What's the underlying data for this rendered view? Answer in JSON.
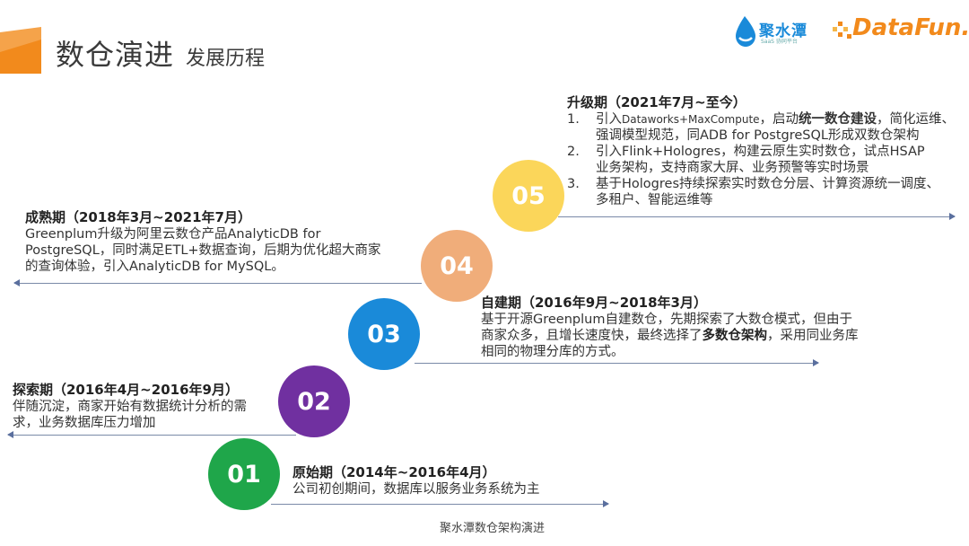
{
  "header": {
    "title": "数仓演进",
    "subtitle": "发展历程"
  },
  "logos": {
    "jst_name": "聚水潭",
    "jst_tagline": "SaaS 协同平台",
    "datafun": "DataFun."
  },
  "colors": {
    "s01": "#1fa64a",
    "s02": "#7030a0",
    "s03": "#1a8ad9",
    "s04": "#f0ad7a",
    "s05": "#fbd65a",
    "arrow": "#5a6f9e",
    "accent_orange": "#f28a1c"
  },
  "stages": {
    "s01": {
      "num": "01",
      "heading": "原始期（2014年~2016年4月）",
      "desc": "公司初创期间，数据库以服务业务系统为主"
    },
    "s02": {
      "num": "02",
      "heading": "探索期（2016年4月~2016年9月）",
      "desc_line1": "伴随沉淀，商家开始有数据统计分析的需",
      "desc_line2": "求，业务数据库压力增加"
    },
    "s03": {
      "num": "03",
      "heading": "自建期（2016年9月~2018年3月）",
      "line1": "基于开源Greenplum自建数仓，先期探索了大数仓模式，但由于",
      "line2_pre": "商家众多，且增长速度快，最终选择了",
      "line2_bold": "多数仓架构",
      "line2_post": "，采用同业务库",
      "line3": "相同的物理分库的方式。"
    },
    "s04": {
      "num": "04",
      "heading": "成熟期（2018年3月~2021年7月）",
      "line1": "Greenplum升级为阿里云数仓产品AnalyticDB for",
      "line2": "PostgreSQL，同时满足ETL+数据查询，后期为优化超大商家",
      "line3": "的查询体验，引入AnalyticDB for MySQL。"
    },
    "s05": {
      "num": "05",
      "heading": "升级期（2021年7月~至今）",
      "items": [
        {
          "n": "1.",
          "a1": "引入",
          "a1_small": "Dataworks+MaxCompute",
          "a2": "，启动",
          "a2_bold": "统一数仓建设",
          "a3": "，简化运维、",
          "b": "强调模型规范，同ADB for PostgreSQL形成双数仓架构"
        },
        {
          "n": "2.",
          "a": "引入Flink+Hologres，构建云原生实时数仓，试点HSAP",
          "b": "业务架构，支持商家大屏、业务预警等实时场景"
        },
        {
          "n": "3.",
          "a": "基于Hologres持续探索实时数仓分层、计算资源统一调度、",
          "b": "多租户、智能运维等"
        }
      ]
    }
  },
  "caption": "聚水潭数仓架构演进"
}
